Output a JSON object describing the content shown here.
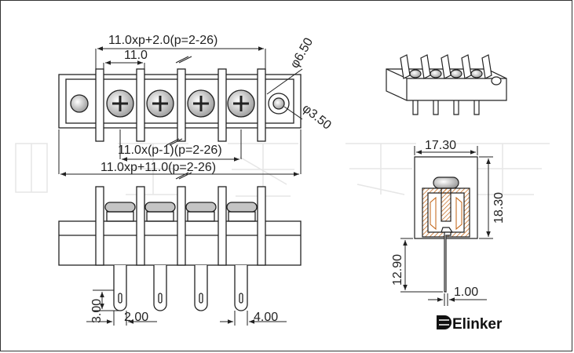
{
  "drawing": {
    "front_view": {
      "top_overall_dim": "11.0xp+2.0(p=2-26)",
      "pitch_dim": "11.0",
      "screw_dia": "φ6.50",
      "hole_dia": "φ3.50",
      "pitch_count_dim": "11.0x(p-1)(p=2-26)",
      "bottom_overall_dim": "11.0xp+11.0(p=2-26)"
    },
    "side_view": {
      "width_dim": "17.30",
      "height_dim": "18.30",
      "pin_length_dim": "12.90",
      "pin_thickness_dim": "1.00"
    },
    "bottom_view": {
      "pin_tip_dim": "3.00",
      "pin_width_dim": "2.00",
      "pin_spacing_dim": "4.00"
    },
    "brand": {
      "name": "Elinker"
    },
    "colors": {
      "line": "#222222",
      "hatch": "#c06010",
      "screw_gray": "#b8b8b8",
      "watermark": "#e8e8e8"
    }
  }
}
